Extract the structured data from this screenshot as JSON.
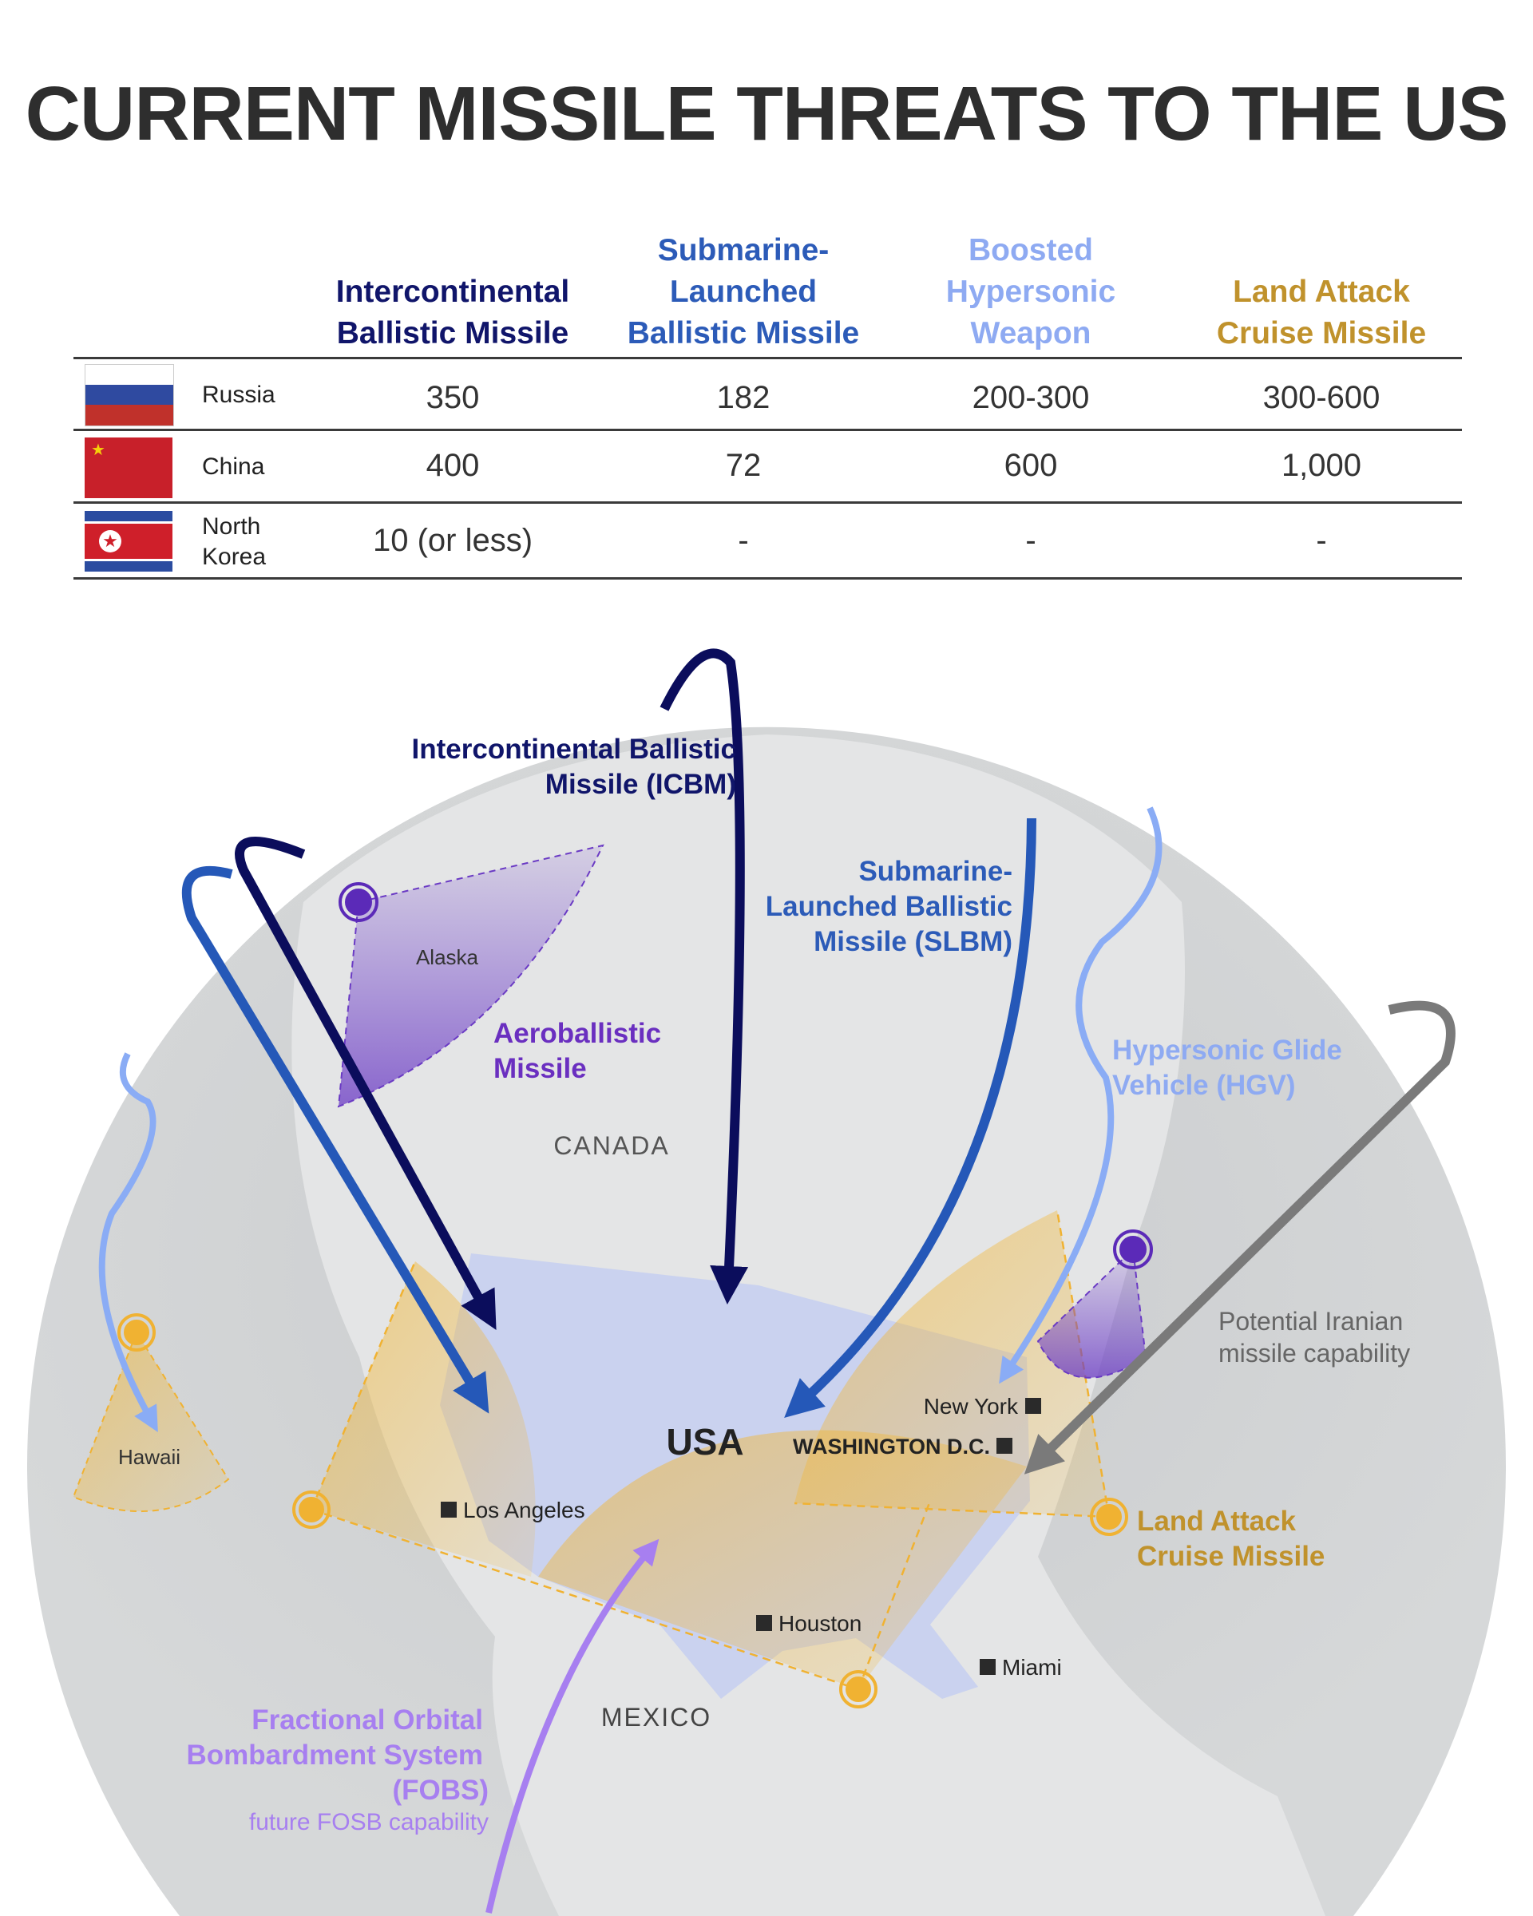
{
  "title": "CURRENT MISSILE THREATS TO THE US",
  "table": {
    "columns": [
      {
        "line1": "",
        "line2": "Intercontinental",
        "line3": "Ballistic Missile",
        "color": "#10156a"
      },
      {
        "line1": "Submarine-",
        "line2": "Launched",
        "line3": "Ballistic Missile",
        "color": "#2c5bb8"
      },
      {
        "line1": "Boosted",
        "line2": "Hypersonic",
        "line3": "Weapon",
        "color": "#8eaaf2"
      },
      {
        "line1": "",
        "line2": "Land Attack",
        "line3": "Cruise Missile",
        "color": "#c0922c"
      }
    ],
    "rows": [
      {
        "country": "Russia",
        "country2": "",
        "values": [
          "350",
          "182",
          "200-300",
          "300-600"
        ]
      },
      {
        "country": "China",
        "country2": "",
        "values": [
          "400",
          "72",
          "600",
          "1,000"
        ]
      },
      {
        "country": "North",
        "country2": "Korea",
        "values": [
          "10 (or less)",
          "-",
          "-",
          "-"
        ]
      }
    ]
  },
  "map": {
    "icbm": [
      "Intercontinental Ballistic",
      "Missile (ICBM)"
    ],
    "slbm": [
      "Submarine-",
      "Launched Ballistic",
      "Missile (SLBM)"
    ],
    "hgv": [
      "Hypersonic Glide",
      "Vehicle (HGV)"
    ],
    "iran": [
      "Potential Iranian",
      "missile capability"
    ],
    "lacm": [
      "Land Attack",
      "Cruise Missile"
    ],
    "aero": [
      "Aeroballistic",
      "Missile"
    ],
    "fobs": [
      "Fractional Orbital",
      "Bombardment System",
      "(FOBS)"
    ],
    "fobs_note": "future FOSB capability",
    "places": {
      "alaska": "Alaska",
      "canada": "CANADA",
      "usa": "USA",
      "mexico": "MEXICO",
      "hawaii": "Hawaii",
      "new_york": "New York",
      "washington": "WASHINGTON D.C.",
      "los_angeles": "Los Angeles",
      "houston": "Houston",
      "miami": "Miami"
    }
  }
}
